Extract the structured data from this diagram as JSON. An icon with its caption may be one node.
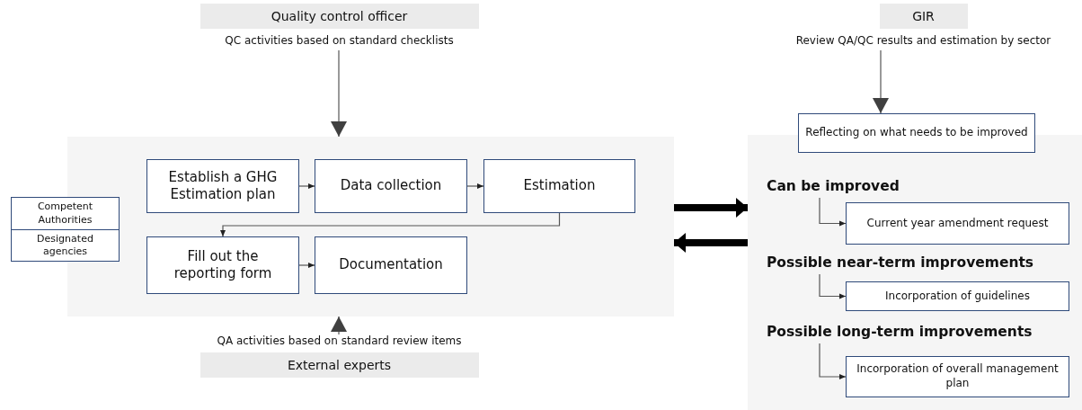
{
  "diagram": {
    "nodes": [
      {
        "text": [
          "Quality control officer"
        ],
        "beside": [
          "QC activities based on standard checklists"
        ]
      },
      {
        "text": [
          "GIR"
        ],
        "beside": [
          "Review QA/QC results and estimation by sector"
        ]
      },
      {
        "text": [],
        "shape": "box"
      },
      {
        "text": [
          "Establish a GHG Estimation plan"
        ],
        "in": 2
      },
      {
        "text": [
          "Data collection"
        ],
        "in": 2
      },
      {
        "text": [
          "Estimation"
        ],
        "in": 2
      },
      {
        "text": [
          "Competent Authorities"
        ]
      },
      {
        "text": [
          "Designated agencies"
        ]
      },
      {
        "text": [
          "Fill out the reporting form"
        ],
        "in": 2
      },
      {
        "text": [
          "Documentation"
        ],
        "in": 2
      },
      {
        "text": [],
        "shape": "box"
      },
      {
        "text": [
          "Reflecting on what needs to be improved"
        ]
      },
      {
        "text": [
          "Can be improved"
        ],
        "in": 10
      },
      {
        "text": [
          "Current year amendment request"
        ],
        "in": 10
      },
      {
        "text": [
          "Possible near-term improvements"
        ],
        "in": 10
      },
      {
        "text": [
          "Incorporation of guidelines"
        ],
        "in": 10
      },
      {
        "text": [
          "Possible long-term improvements"
        ],
        "in": 10
      },
      {
        "text": [
          "Incorporation of overall management plan"
        ],
        "in": 10
      },
      {
        "text": [
          "External experts"
        ],
        "beside": [
          "QA activities based on standard review items"
        ]
      }
    ],
    "edges": [
      {
        "from": 0,
        "to": 2,
        "arrow": "to"
      },
      {
        "from": 1,
        "to": 11,
        "arrow": "to"
      },
      {
        "from": 18,
        "to": 2,
        "arrow": "to"
      },
      {
        "from": 3,
        "to": 4,
        "arrow": "to"
      },
      {
        "from": 4,
        "to": 5,
        "arrow": "to"
      },
      {
        "from": 5,
        "to": 8,
        "arrow": "to"
      },
      {
        "from": 8,
        "to": 9,
        "arrow": "to"
      },
      {
        "from": 2,
        "to": 10,
        "arrow": "to",
        "style": "thick"
      },
      {
        "from": 10,
        "to": 2,
        "arrow": "to",
        "style": "thick"
      },
      {
        "from": 12,
        "to": 13,
        "arrow": "to"
      },
      {
        "from": 14,
        "to": 15,
        "arrow": "to"
      },
      {
        "from": 16,
        "to": 17,
        "arrow": "to"
      }
    ]
  }
}
